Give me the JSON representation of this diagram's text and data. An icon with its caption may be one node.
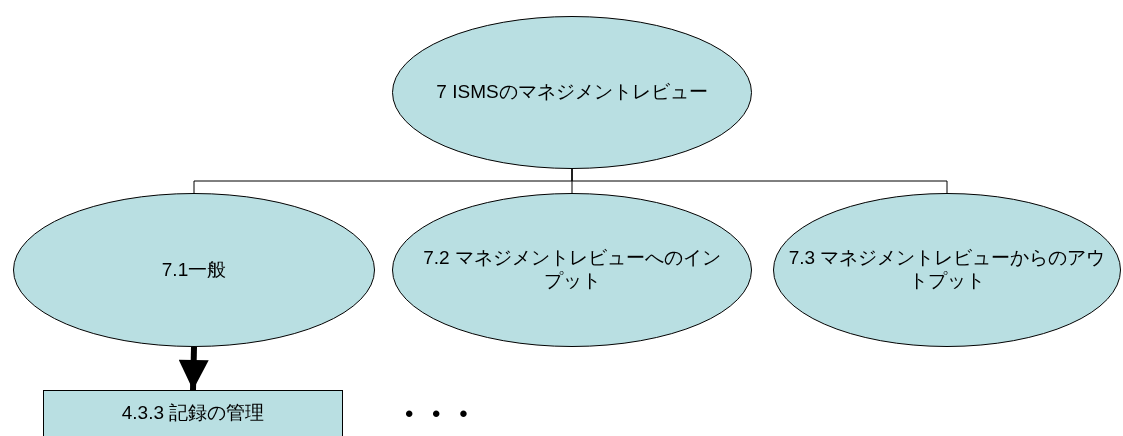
{
  "diagram": {
    "nodes": [
      {
        "text": [
          "7 ISMSのマネジメントレビュー"
        ]
      },
      {
        "text": [
          "7.1一般"
        ]
      },
      {
        "text": [
          "7.2 マネジメントレビューへのインプット"
        ]
      },
      {
        "text": [
          "7.3 マネジメントレビューからのアウトプット"
        ]
      },
      {
        "text": [
          "4.3.3 記録の管理"
        ]
      }
    ],
    "edges": [
      {
        "from": 0,
        "to": 1,
        "arrow": "none"
      },
      {
        "from": 0,
        "to": 2,
        "arrow": "none"
      },
      {
        "from": 0,
        "to": 3,
        "arrow": "none"
      },
      {
        "from": 1,
        "to": 4,
        "arrow": "to",
        "style": "thick"
      }
    ],
    "labels": [
      "• • •"
    ]
  }
}
